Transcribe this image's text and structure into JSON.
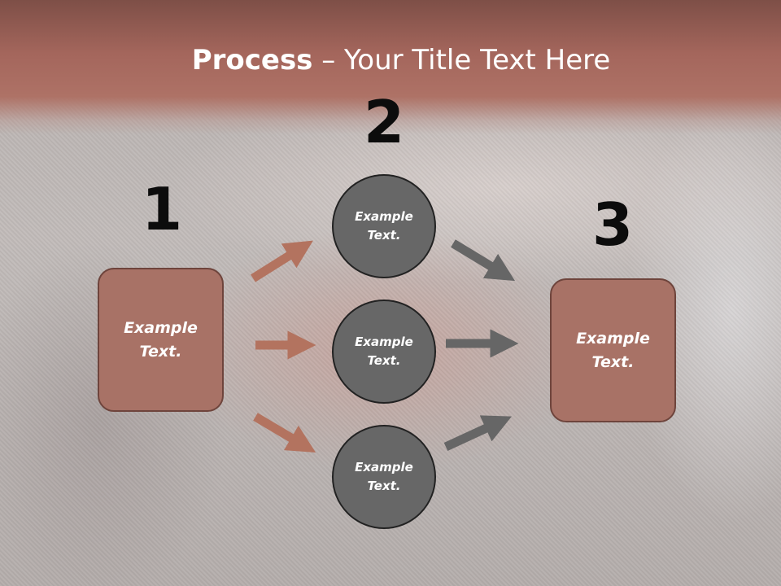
{
  "title": {
    "bold": "Process",
    "rest": " – Your Title Text Here"
  },
  "steps": {
    "numbers": [
      "1",
      "2",
      "3"
    ],
    "left_box": "Example\nText.",
    "right_box": "Example\nText.",
    "circles": [
      "Example\nText.",
      "Example\nText.",
      "Example\nText."
    ]
  },
  "colors": {
    "box_fill": "#a87266",
    "circle_fill": "#676767",
    "arrow_left": "#b3735f",
    "arrow_right": "#666666"
  }
}
